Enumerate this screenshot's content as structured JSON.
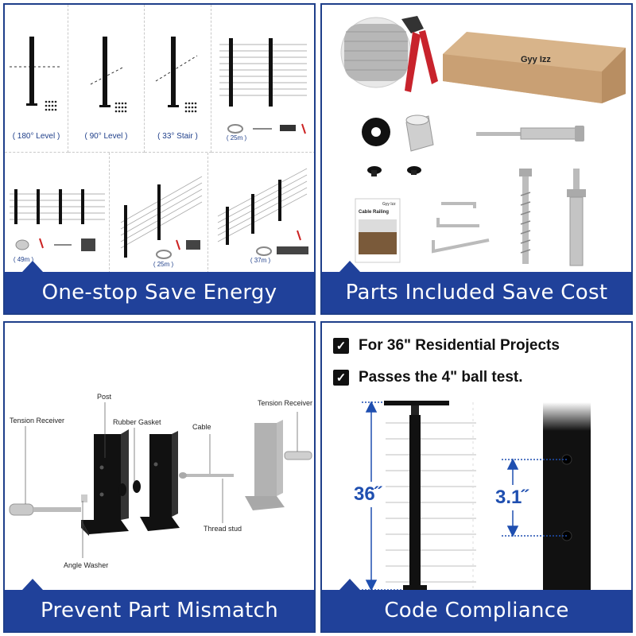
{
  "panel_top_left": {
    "banner": "One-stop Save Energy",
    "captions": [
      "( 180° Level )",
      "( 90° Level )",
      "( 33° Stair )",
      "( 25m )",
      "( 49m )",
      "( 25m )",
      "( 37m )"
    ]
  },
  "panel_top_right": {
    "banner": "Parts Included Save Cost",
    "brand": "Gyy Izz",
    "manual_title": "Cable Railing",
    "manual_brand": "Gyy Izz"
  },
  "panel_bottom_left": {
    "banner": "Prevent Part Mismatch",
    "labels": {
      "tension_receiver_left": "Tension Receiver",
      "post": "Post",
      "rubber_gasket": "Rubber Gasket",
      "cable": "Cable",
      "tension_receiver_right": "Tension Receiver",
      "thread_stud": "Thread stud",
      "angle_washer": "Angle Washer"
    }
  },
  "panel_bottom_right": {
    "banner": "Code Compliance",
    "check1": "For 36\" Residential Projects",
    "check2": "Passes the 4\" ball test.",
    "height_label": "36˝",
    "spacing_label": "3.1˝"
  },
  "colors": {
    "accent": "#20419a",
    "dim": "#1f4fb0"
  }
}
